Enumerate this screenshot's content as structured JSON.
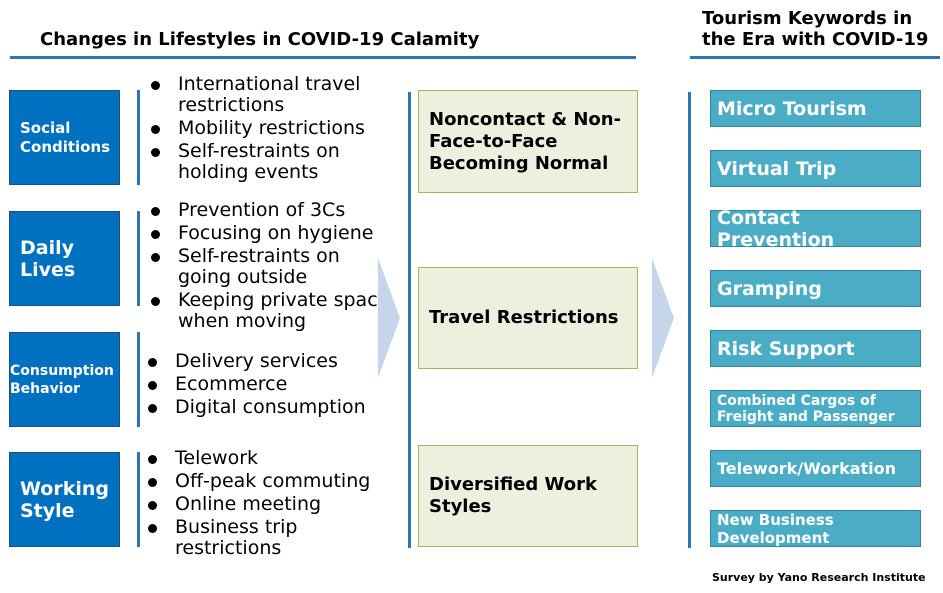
{
  "left_heading": "Changes in Lifestyles in COVID-19 Calamity",
  "right_heading": "Tourism Keywords in the Era with COVID-19",
  "categories": [
    {
      "label": "Social Conditions",
      "bullets": [
        "International travel restrictions",
        "Mobility restrictions",
        "Self-restraints on holding events"
      ]
    },
    {
      "label": "Daily Lives",
      "bullets": [
        "Prevention of 3Cs",
        "Focusing on hygiene",
        "Self-restraints on going outside",
        "Keeping private space when moving"
      ]
    },
    {
      "label": "Consumption Behavior",
      "bullets": [
        "Delivery services",
        "Ecommerce",
        "Digital consumption"
      ]
    },
    {
      "label": "Working Style",
      "bullets": [
        "Telework",
        "Off-peak commuting",
        "Online meeting",
        "Business trip restrictions"
      ]
    }
  ],
  "middle_boxes": [
    "Noncontact & Non-Face-to-Face Becoming Normal",
    "Travel Restrictions",
    "Diversified Work Styles"
  ],
  "keywords": [
    "Micro Tourism",
    "Virtual Trip",
    "Contact Prevention",
    "Gramping",
    "Risk Support",
    "Combined Cargos of Freight and Passenger",
    "Telework/Workation",
    "New Business Development"
  ],
  "footer": "Survey by Yano Research Institute",
  "colors": {
    "category_fill": "#0070c0",
    "keyword_fill": "#4bacc6",
    "middle_fill": "#ebf1de",
    "middle_border": "#9bbb59",
    "line": "#2e75b6",
    "arrow": "#c5d5ea"
  }
}
